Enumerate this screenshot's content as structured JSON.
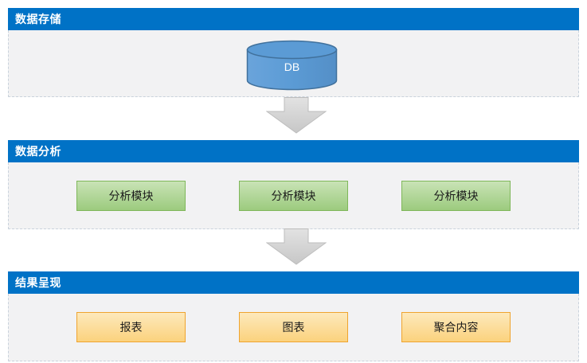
{
  "diagram": {
    "sections": [
      {
        "title": "数据存储",
        "type": "storage",
        "db_label": "DB"
      },
      {
        "title": "数据分析",
        "type": "analysis",
        "items": [
          {
            "label": "分析模块"
          },
          {
            "label": "分析模块"
          },
          {
            "label": "分析模块"
          }
        ]
      },
      {
        "title": "结果呈现",
        "type": "results",
        "items": [
          {
            "label": "报表"
          },
          {
            "label": "图表"
          },
          {
            "label": "聚合内容"
          }
        ]
      }
    ],
    "connectors": [
      {
        "from": "数据存储",
        "to": "数据分析",
        "icon": "down-arrow-icon"
      },
      {
        "from": "数据分析",
        "to": "结果呈现",
        "icon": "down-arrow-icon"
      }
    ],
    "colors": {
      "header_blue": "#0072C6",
      "band_background": "#F2F2F3",
      "dashed_border": "#C9D2DC",
      "db_fill": "#5B9BD5",
      "db_stroke": "#41719C",
      "module_fill_top": "#C9E3B6",
      "module_fill_bottom": "#9CCB7E",
      "module_border": "#7FB75A",
      "result_fill_top": "#FDE9BC",
      "result_fill_bottom": "#FBD27D",
      "result_border": "#EFA42F",
      "arrow_fill": "#D4D4D4",
      "arrow_border": "#BDBDBD"
    }
  }
}
